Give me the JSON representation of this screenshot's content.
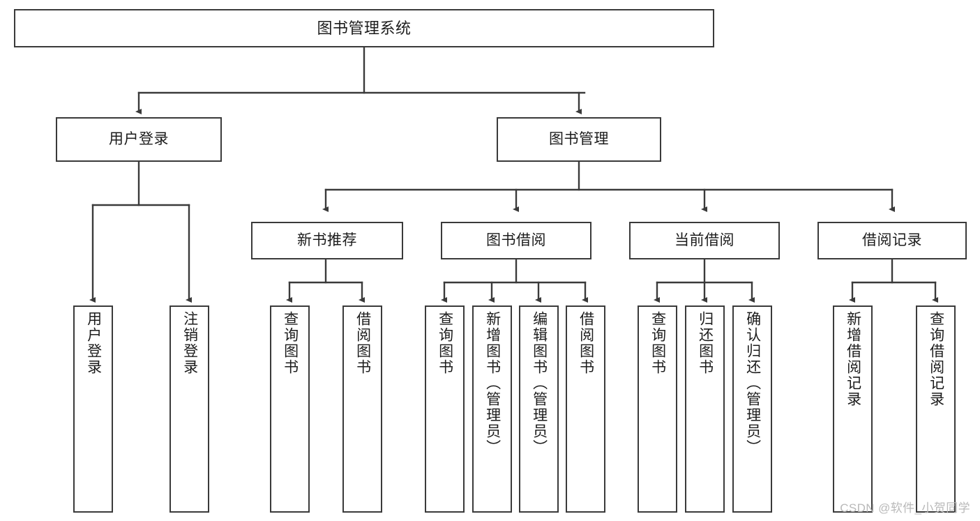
{
  "diagram": {
    "title": "图书管理系统",
    "watermark": "CSDN @软件_小贺同学",
    "colors": {
      "background": "#ffffff",
      "box_border": "#3a3a3a",
      "box_fill": "#ffffff",
      "connector": "#3a3a3a",
      "text": "#1c1c1c",
      "watermark_text": "#b9b9b9"
    },
    "levels": {
      "root": "图书管理系统",
      "modules": [
        "用户登录",
        "图书管理"
      ],
      "submodules": [
        "新书推荐",
        "图书借阅",
        "当前借阅",
        "借阅记录"
      ]
    },
    "nodes": {
      "root": "图书管理系统",
      "user_login": "用户登录",
      "book_manage": "图书管理",
      "new_book_rec": "新书推荐",
      "book_borrow": "图书借阅",
      "current_borrow": "当前借阅",
      "borrow_record": "借阅记录",
      "leaf_user_login": "用户登录",
      "leaf_logout_login": "注销登录",
      "leaf_query_book_1": "查询图书",
      "leaf_borrow_book_1": "借阅图书",
      "leaf_query_book_2": "查询图书",
      "leaf_add_book_admin": "新增图书（管理员）",
      "leaf_edit_book_admin": "编辑图书（管理员）",
      "leaf_borrow_book_2": "借阅图书",
      "leaf_query_book_3": "查询图书",
      "leaf_return_book": "归还图书",
      "leaf_confirm_return_admin": "确认归还（管理员）",
      "leaf_add_borrow_record": "新增借阅记录",
      "leaf_query_borrow_record": "查询借阅记录"
    }
  }
}
